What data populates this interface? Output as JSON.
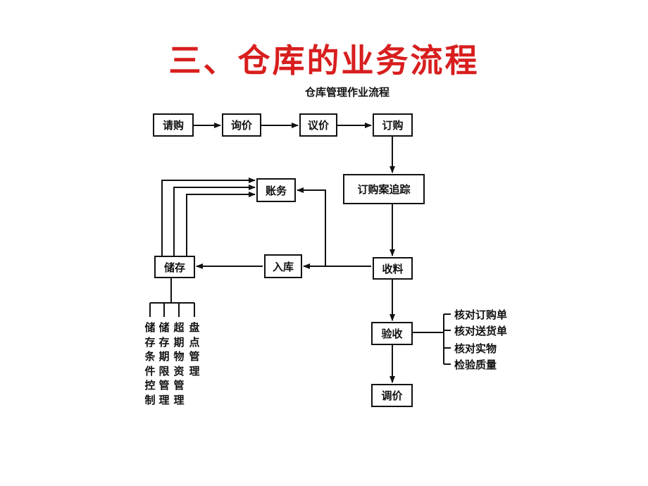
{
  "title": "三、仓库的业务流程",
  "subtitle": "仓库管理作业流程",
  "boxes": {
    "request": "请购",
    "inquiry": "询价",
    "negotiate": "议价",
    "order": "订购",
    "order_tracking": "订购案追踪",
    "accounts": "账务",
    "storage": "储存",
    "warehousing": "入库",
    "receiving": "收料",
    "inspection": "验收",
    "allocation": "调价"
  },
  "storage_items": [
    "储存条件控制",
    "储存期限管理",
    "超期物资管理",
    "盘点管理"
  ],
  "inspection_items": [
    "核对订购单",
    "核对送货单",
    "核对实物",
    "检验质量"
  ]
}
